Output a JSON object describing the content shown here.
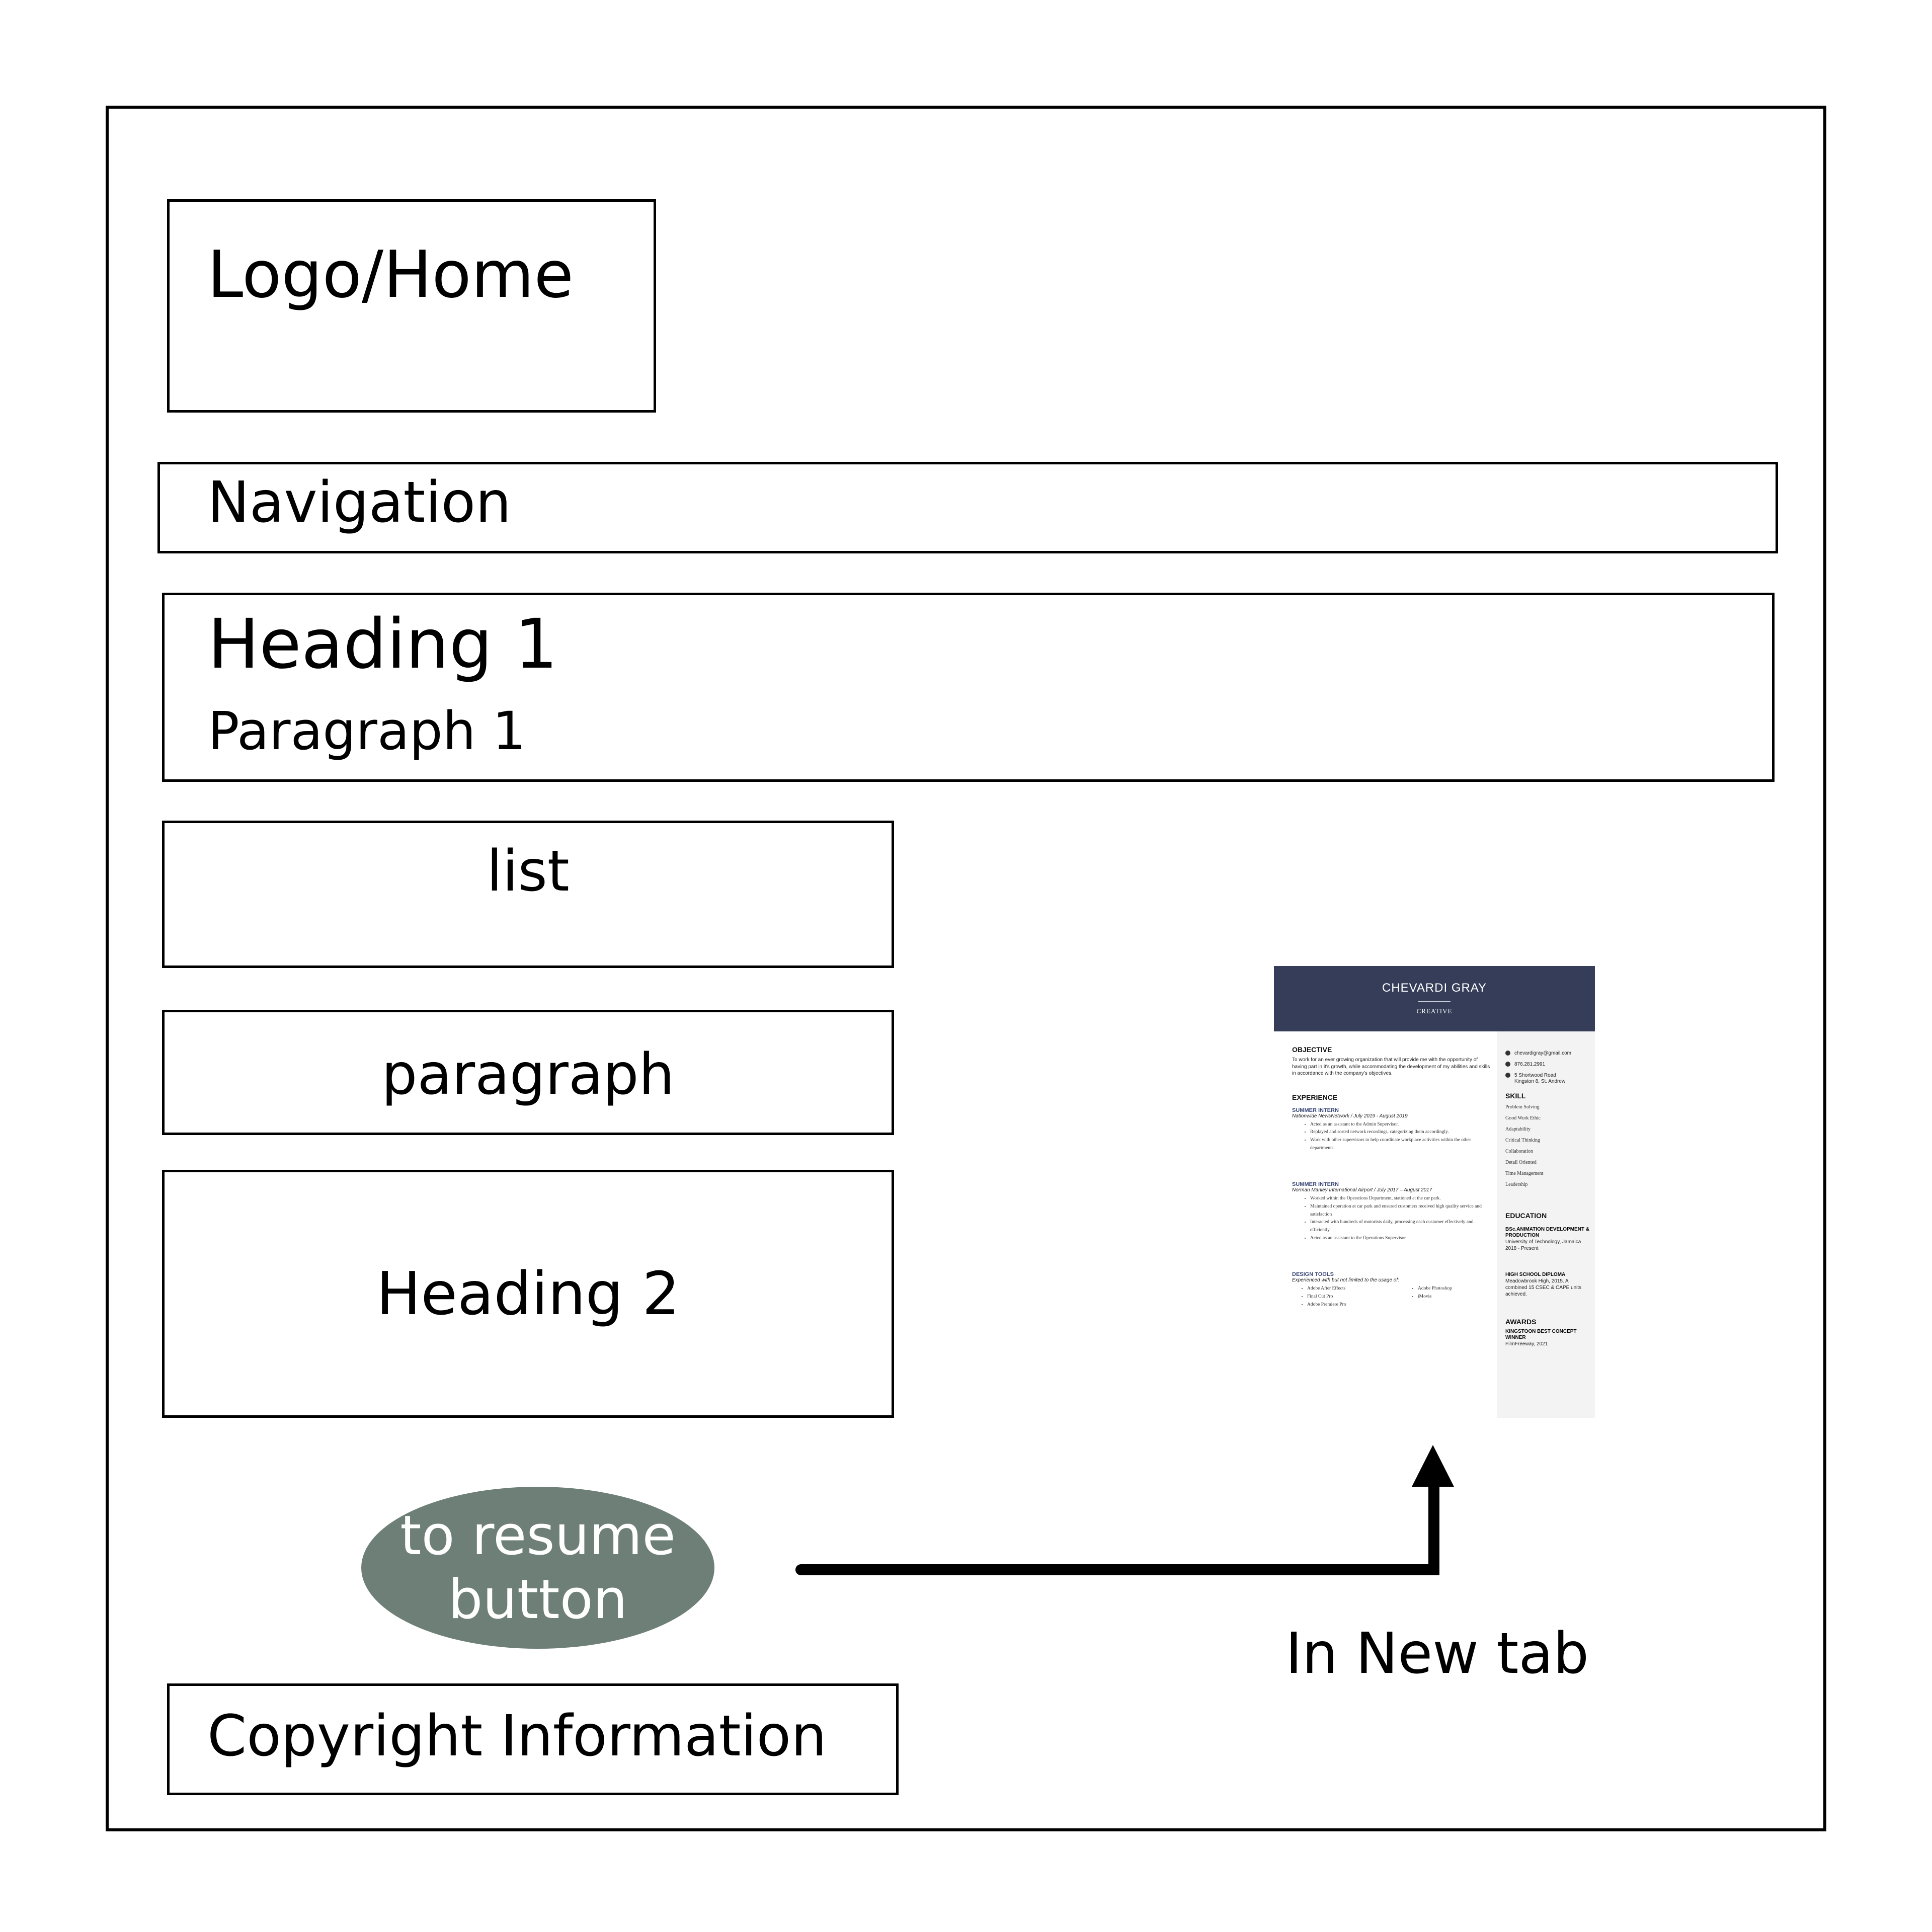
{
  "wireframe": {
    "logo_home": "Logo/Home",
    "navigation": "Navigation",
    "heading_1": "Heading 1",
    "paragraph_1": "Paragraph 1",
    "list": "list",
    "paragraph": "paragraph",
    "heading_2": "Heading 2",
    "resume_button_line1": "to resume",
    "resume_button_line2": "button",
    "new_tab_label": "In New tab",
    "copyright": "Copyright Information",
    "button_color": "#6d7f76"
  },
  "resume": {
    "name": "CHEVARDI GRAY",
    "role": "CREATIVE",
    "header_color": "#353d58",
    "objective_title": "OBJECTIVE",
    "objective_text": "To work for an ever growing organization that will provide me with the opportunity of having part in it's growth, while accommodating the development of my abilities and skills in accordance with the company's objectives.",
    "experience_title": "EXPERIENCE",
    "jobs": [
      {
        "title": "SUMMER INTERN",
        "place": "Nationwide NewsNetwork  /  July 2019 - August 2019",
        "bullets": [
          "Acted as an assistant to the Admin Supervisor.",
          "Replayed and sorted network recordings, categorizing them accordingly.",
          "Work with other supervisors to help coordinate workplace activities within the other departments."
        ]
      },
      {
        "title": "SUMMER INTERN",
        "place": "Norman Manley International Airport  /  July 2017 – August 2017",
        "bullets": [
          "Worked within the Operations Department, stationed at the car park.",
          "Maintained operation at car park and ensured customers received high quality service and satisfaction",
          "Interacted with hundreds of motorists daily, processing  each customer effectively and efficiently.",
          "Acted as an assistant to the Operations Supervisor"
        ]
      }
    ],
    "tools_title": "DESIGN TOOLS",
    "tools_note": "Experienced with but not limited to the usage of:",
    "tools_col1": [
      "Adobe After Effects",
      "Final Cut Pro",
      "Adobe Premiere Pro"
    ],
    "tools_col2": [
      "Adobe Photoshop",
      "iMovie"
    ],
    "email": "chevardigray@gmail.com",
    "phone": "876.281.2991",
    "address_line1": "5 Shortwood Road",
    "address_line2": "Kingston 8, St. Andrew",
    "skill_title": "SKILL",
    "skills": [
      "Problem Solving",
      "Good Work Ethic",
      "Adaptability",
      "Critical Thinking",
      "Collaboration",
      "Detail Oriented",
      "Time Management",
      "Leadership"
    ],
    "education_title": "EDUCATION",
    "degree": "BSc.ANIMATION DEVELOPMENT & PRODUCTION",
    "degree_school": "University of Technology, Jamaica 2018 - Present",
    "hs_title": "HIGH SCHOOL DIPLOMA",
    "hs_detail": "Meadowbrook High, 2015. A combined 15 CSEC & CAPE units achieved.",
    "awards_title": "AWARDS",
    "award_name": "KINGSTOON BEST CONCEPT WINNER",
    "award_detail": "FilmFreeway, 2021"
  }
}
